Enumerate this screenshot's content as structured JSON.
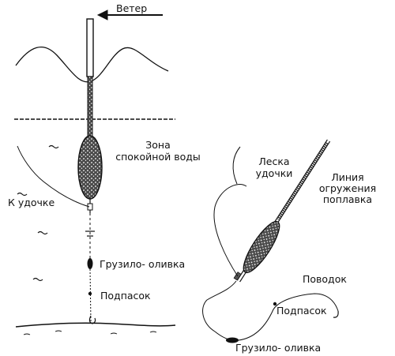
{
  "labels": {
    "wind": "Ветер",
    "calm_zone_line1": "Зона",
    "calm_zone_line2": "спокойной воды",
    "to_rod": "К удочке",
    "sinker": "Грузило- оливка",
    "shot": "Подпасок",
    "rod_line_line1": "Леска",
    "rod_line_line2": "удочки",
    "load_line_line1": "Линия",
    "load_line_line2": "огружения",
    "load_line_line3": "поплавка",
    "leader": "Поводок",
    "shot_right": "Подпасок",
    "sinker_right": "Грузило- оливка"
  },
  "colors": {
    "ink": "#111111",
    "paper": "#ffffff"
  }
}
